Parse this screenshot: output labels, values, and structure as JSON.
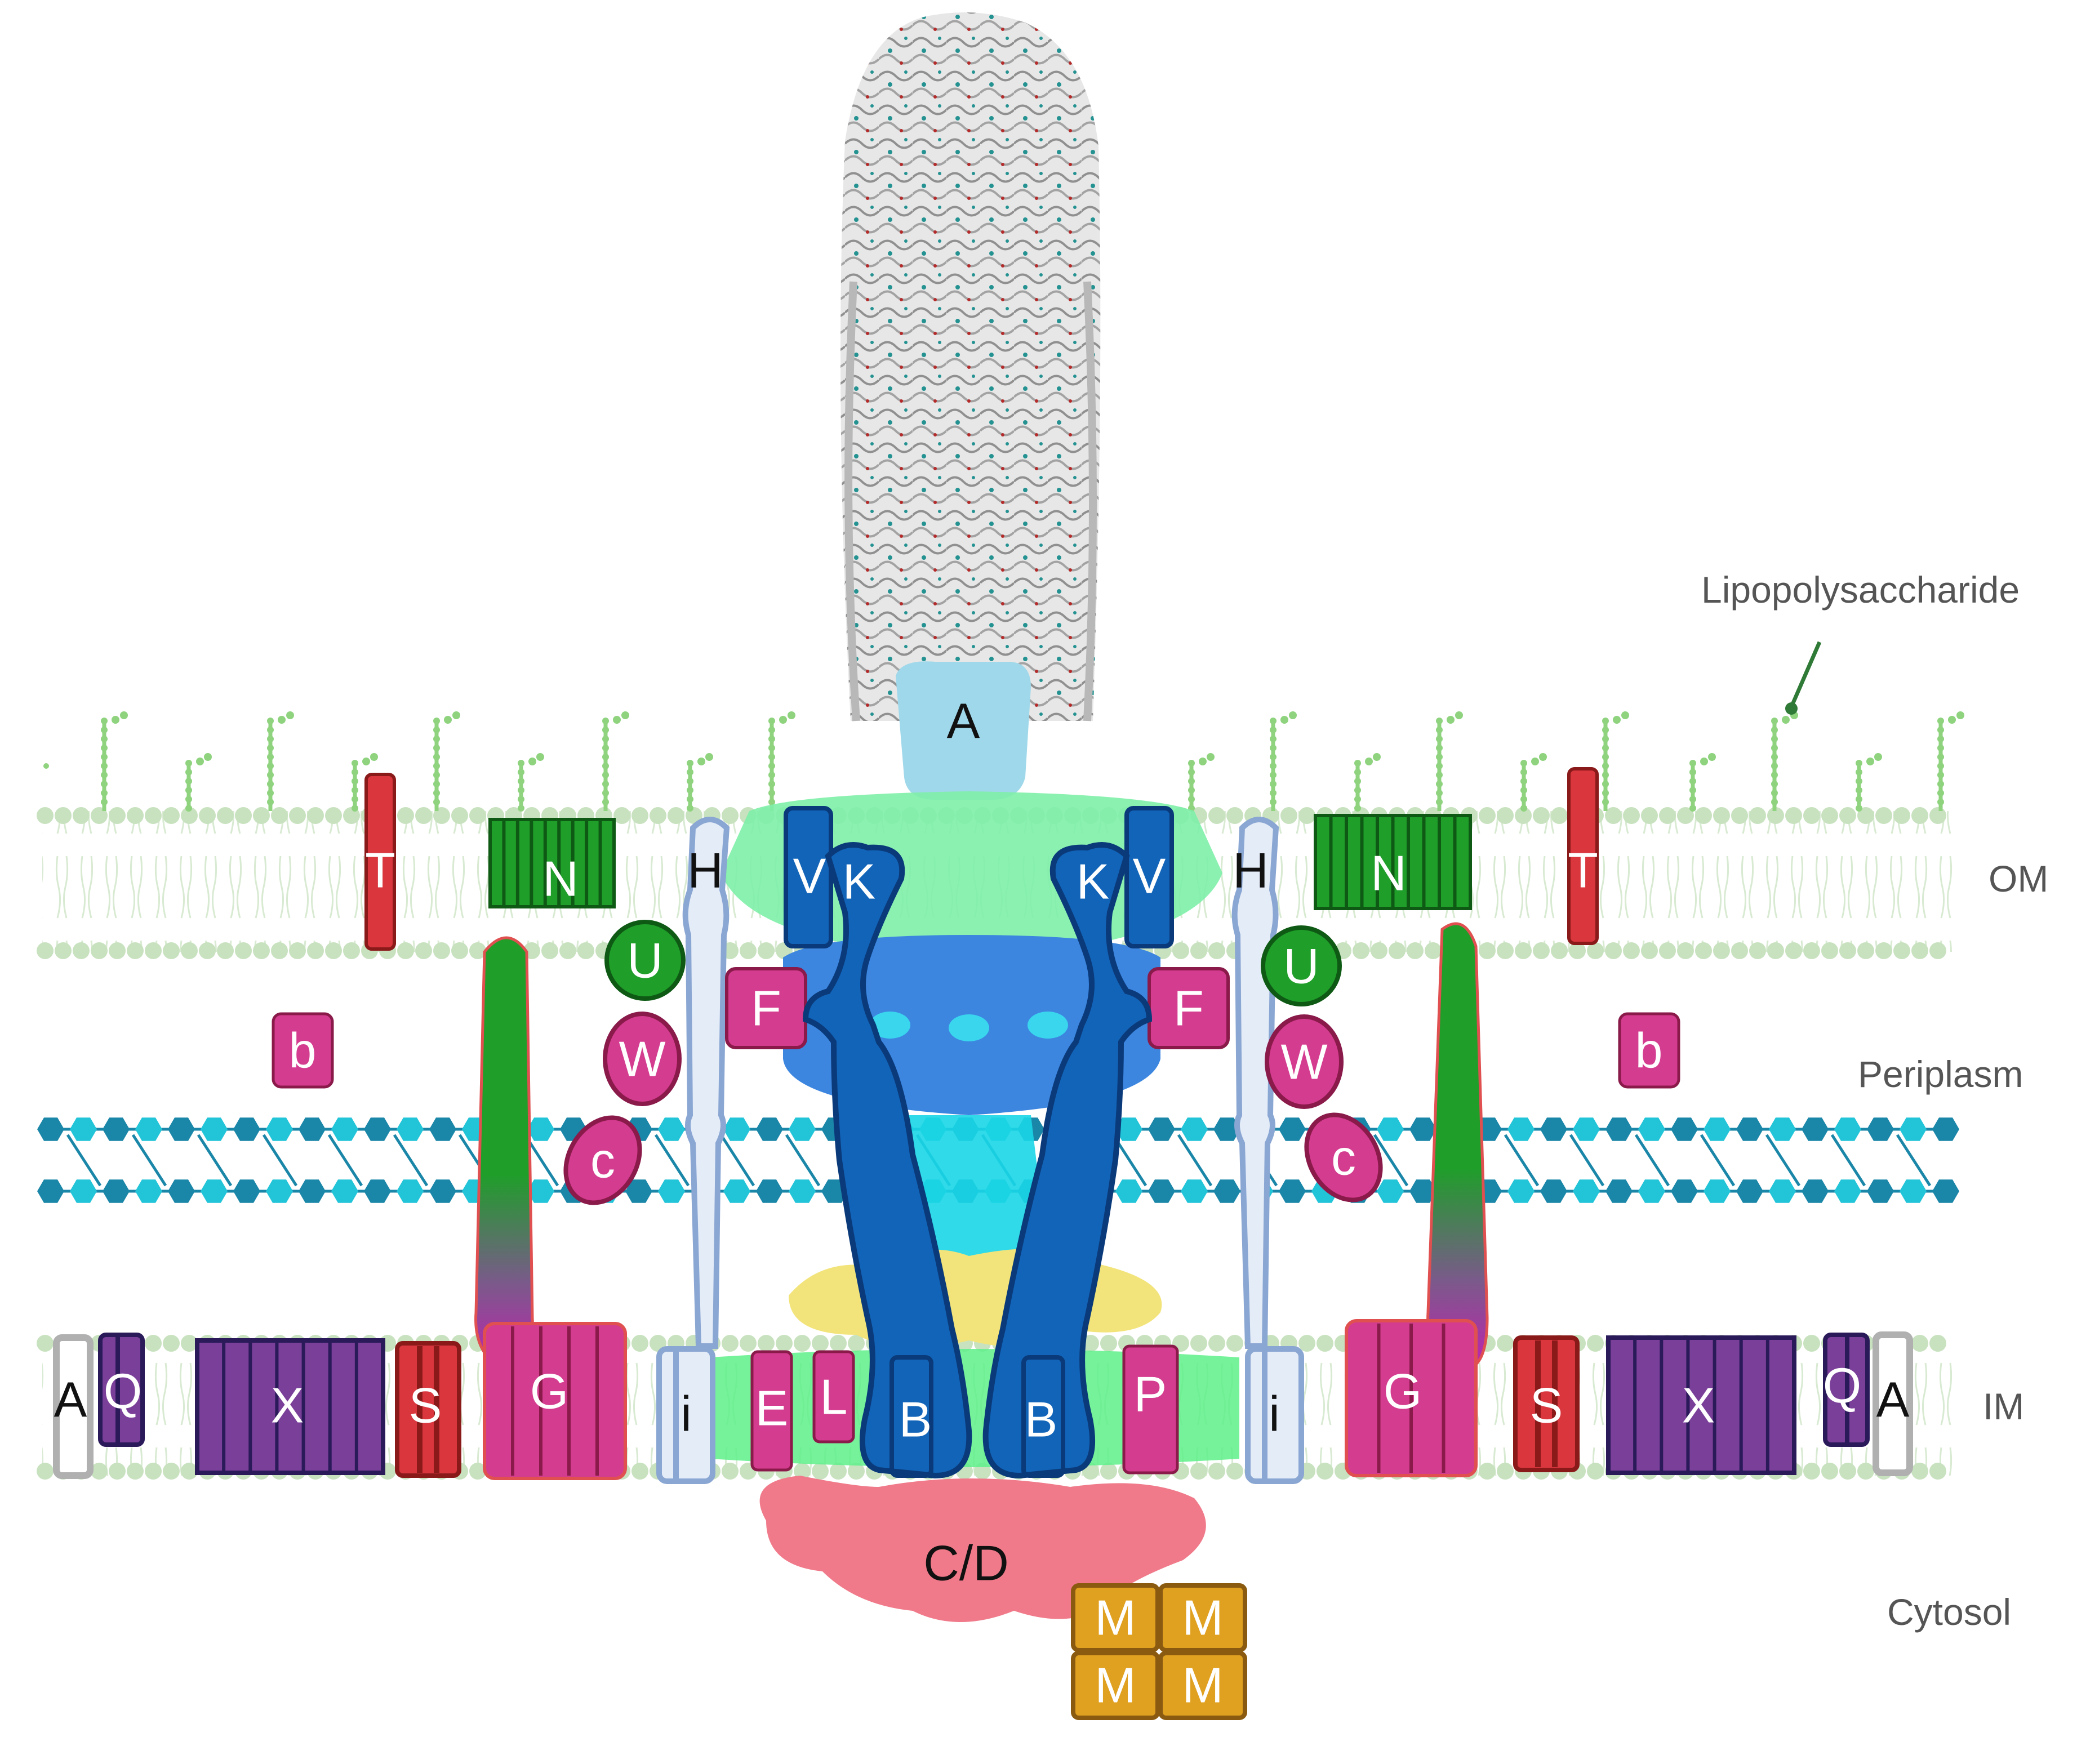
{
  "side_labels": {
    "lps": "Lipopolysaccharide",
    "om": "OM",
    "periplasm": "Periplasm",
    "im": "IM",
    "cytosol": "Cytosol"
  },
  "components": {
    "A": "A",
    "T": "T",
    "N": "N",
    "H": "H",
    "V": "V",
    "K": "K",
    "U": "U",
    "F": "F",
    "W": "W",
    "b": "b",
    "c": "c",
    "G": "G",
    "Q": "Q",
    "X": "X",
    "S": "S",
    "i": "i",
    "E": "E",
    "L": "L",
    "B": "B",
    "P": "P",
    "CD": "C/D",
    "M": "M"
  },
  "colors": {
    "membrane": "#c8e2bf",
    "membrane_dark": "#b5d6a8",
    "lps": "#8fd37f",
    "peptidoglycan_dark": "#1a86a8",
    "peptidoglycan_light": "#22c4d8",
    "red": "#d9363e",
    "green": "#1f9e2a",
    "magenta": "#d43c8f",
    "blue_dark": "#1264b8",
    "purple": "#7a3f98",
    "orange": "#e0a020",
    "pale_blue": "#e4ecf8"
  }
}
